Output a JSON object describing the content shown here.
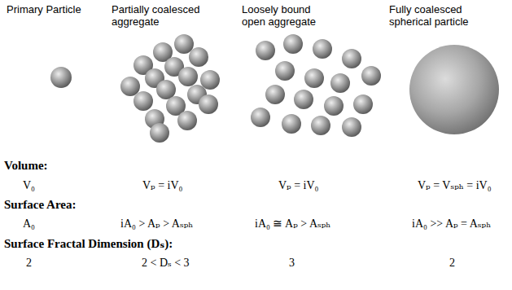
{
  "diagram": {
    "labels": [
      "Primary Particle",
      "Partially coalesced aggregate",
      "Loosely bound open aggregate",
      "Fully coalesced spherical particle",
      "Volume:",
      "V₀",
      "Vₚ = iV₀",
      "Vₚ = iV₀",
      "Vₚ = Vₛₚₕ = iV₀",
      "Surface Area:",
      "A₀",
      "iA₀ > Aₚ > Aₛₚₕ",
      "iA₀ ≅ Aₚ > Aₛₚₕ",
      "iA₀ >> Aₚ = Aₛₚₕ",
      "Surface Fractal Dimension (Dₛ):",
      "2",
      "2 < Dₛ < 3",
      "3",
      "2"
    ]
  }
}
